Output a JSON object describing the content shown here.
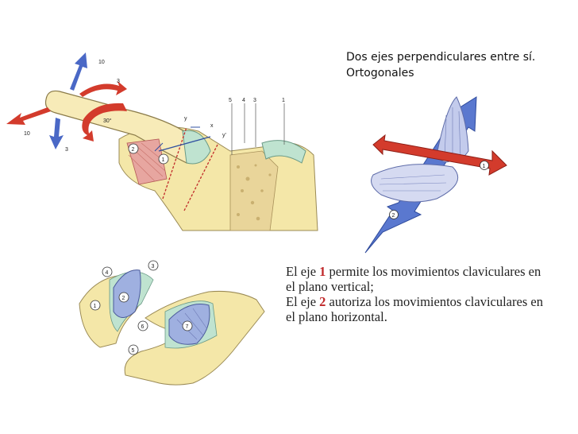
{
  "heading": {
    "line1": "Dos ejes perpendiculares entre sí.",
    "line2": "Ortogonales"
  },
  "figure1": {
    "labels": {
      "a": "10",
      "b": "3",
      "c": "10",
      "d": "3",
      "angle": "30°",
      "y": "y",
      "x": "x",
      "yp": "y'",
      "t5": "5",
      "t4": "4",
      "t3": "3",
      "t1": "1",
      "c1": "1",
      "c2": "2"
    }
  },
  "figure2": {
    "labels": {
      "axis1": "1",
      "axis2": "2"
    }
  },
  "figure3": {
    "labels": {
      "n1": "1",
      "n2": "2",
      "n3": "3",
      "n4": "4",
      "n5": "5",
      "n6": "6",
      "n7": "7"
    }
  },
  "caption": {
    "l1a": "El  eje ",
    "l1num": "1",
    "l1b": "  permite los movimientos claviculares en",
    "l2": "el plano vertical;",
    "l3a": "El eje ",
    "l3num": "2",
    "l3b": "  autoriza los movimientos claviculares en",
    "l4": "el plano horizontal."
  },
  "colors": {
    "bone": "#f4e7a8",
    "cartilage": "#bfe3d0",
    "meniscus": "#9fb0e0",
    "arrow_red": "#d33b2c",
    "arrow_blue": "#4a68c6"
  }
}
